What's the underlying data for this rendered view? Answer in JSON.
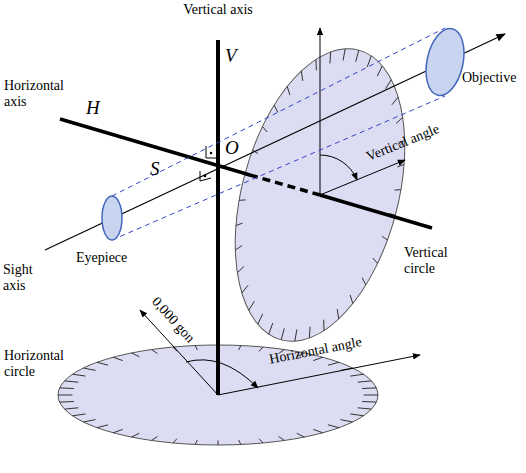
{
  "diagram": {
    "labels": [
      "Vertical axis",
      "V",
      "Horizontal axis",
      "H",
      "O",
      "S",
      "Sight axis",
      "Eyepiece",
      "Objective",
      "Vertical angle",
      "Vertical circle",
      "0,000 gon",
      "Horizontal angle",
      "Horizontal circle"
    ]
  }
}
